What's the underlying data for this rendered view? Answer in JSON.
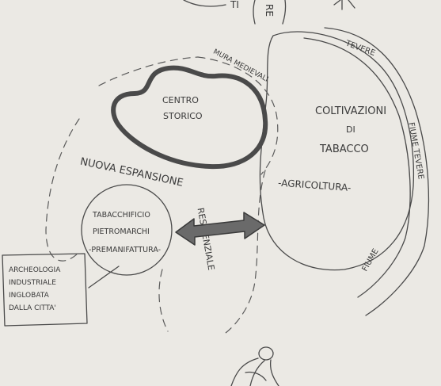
{
  "labels": {
    "top_fragment_left": "TI",
    "top_fragment_mid": "RE",
    "centro": [
      "CENTRO",
      "STORICO"
    ],
    "mura": "MURA MEDIEVALI",
    "coltivazioni": [
      "COLTIVAZIONI",
      "DI",
      "TABACCO"
    ],
    "agricoltura": "-AGRICOLTURA-",
    "tevere_top": "TEVERE",
    "fiume_tevere": "FIUME TEVERE",
    "fiume": "FIUME",
    "nuova_espansione": "NUOVA ESPANSIONE",
    "tabacchificio": [
      "TABACCHIFICIO",
      "PIETROMARCHI",
      "-PREMANIFATTURA-"
    ],
    "residenziale": "RESIDENZIALE",
    "archeologia": [
      "ARCHEOLOGIA",
      "INDUSTRIALE",
      "INGLOBATA",
      "DALLA CITTA'"
    ]
  }
}
